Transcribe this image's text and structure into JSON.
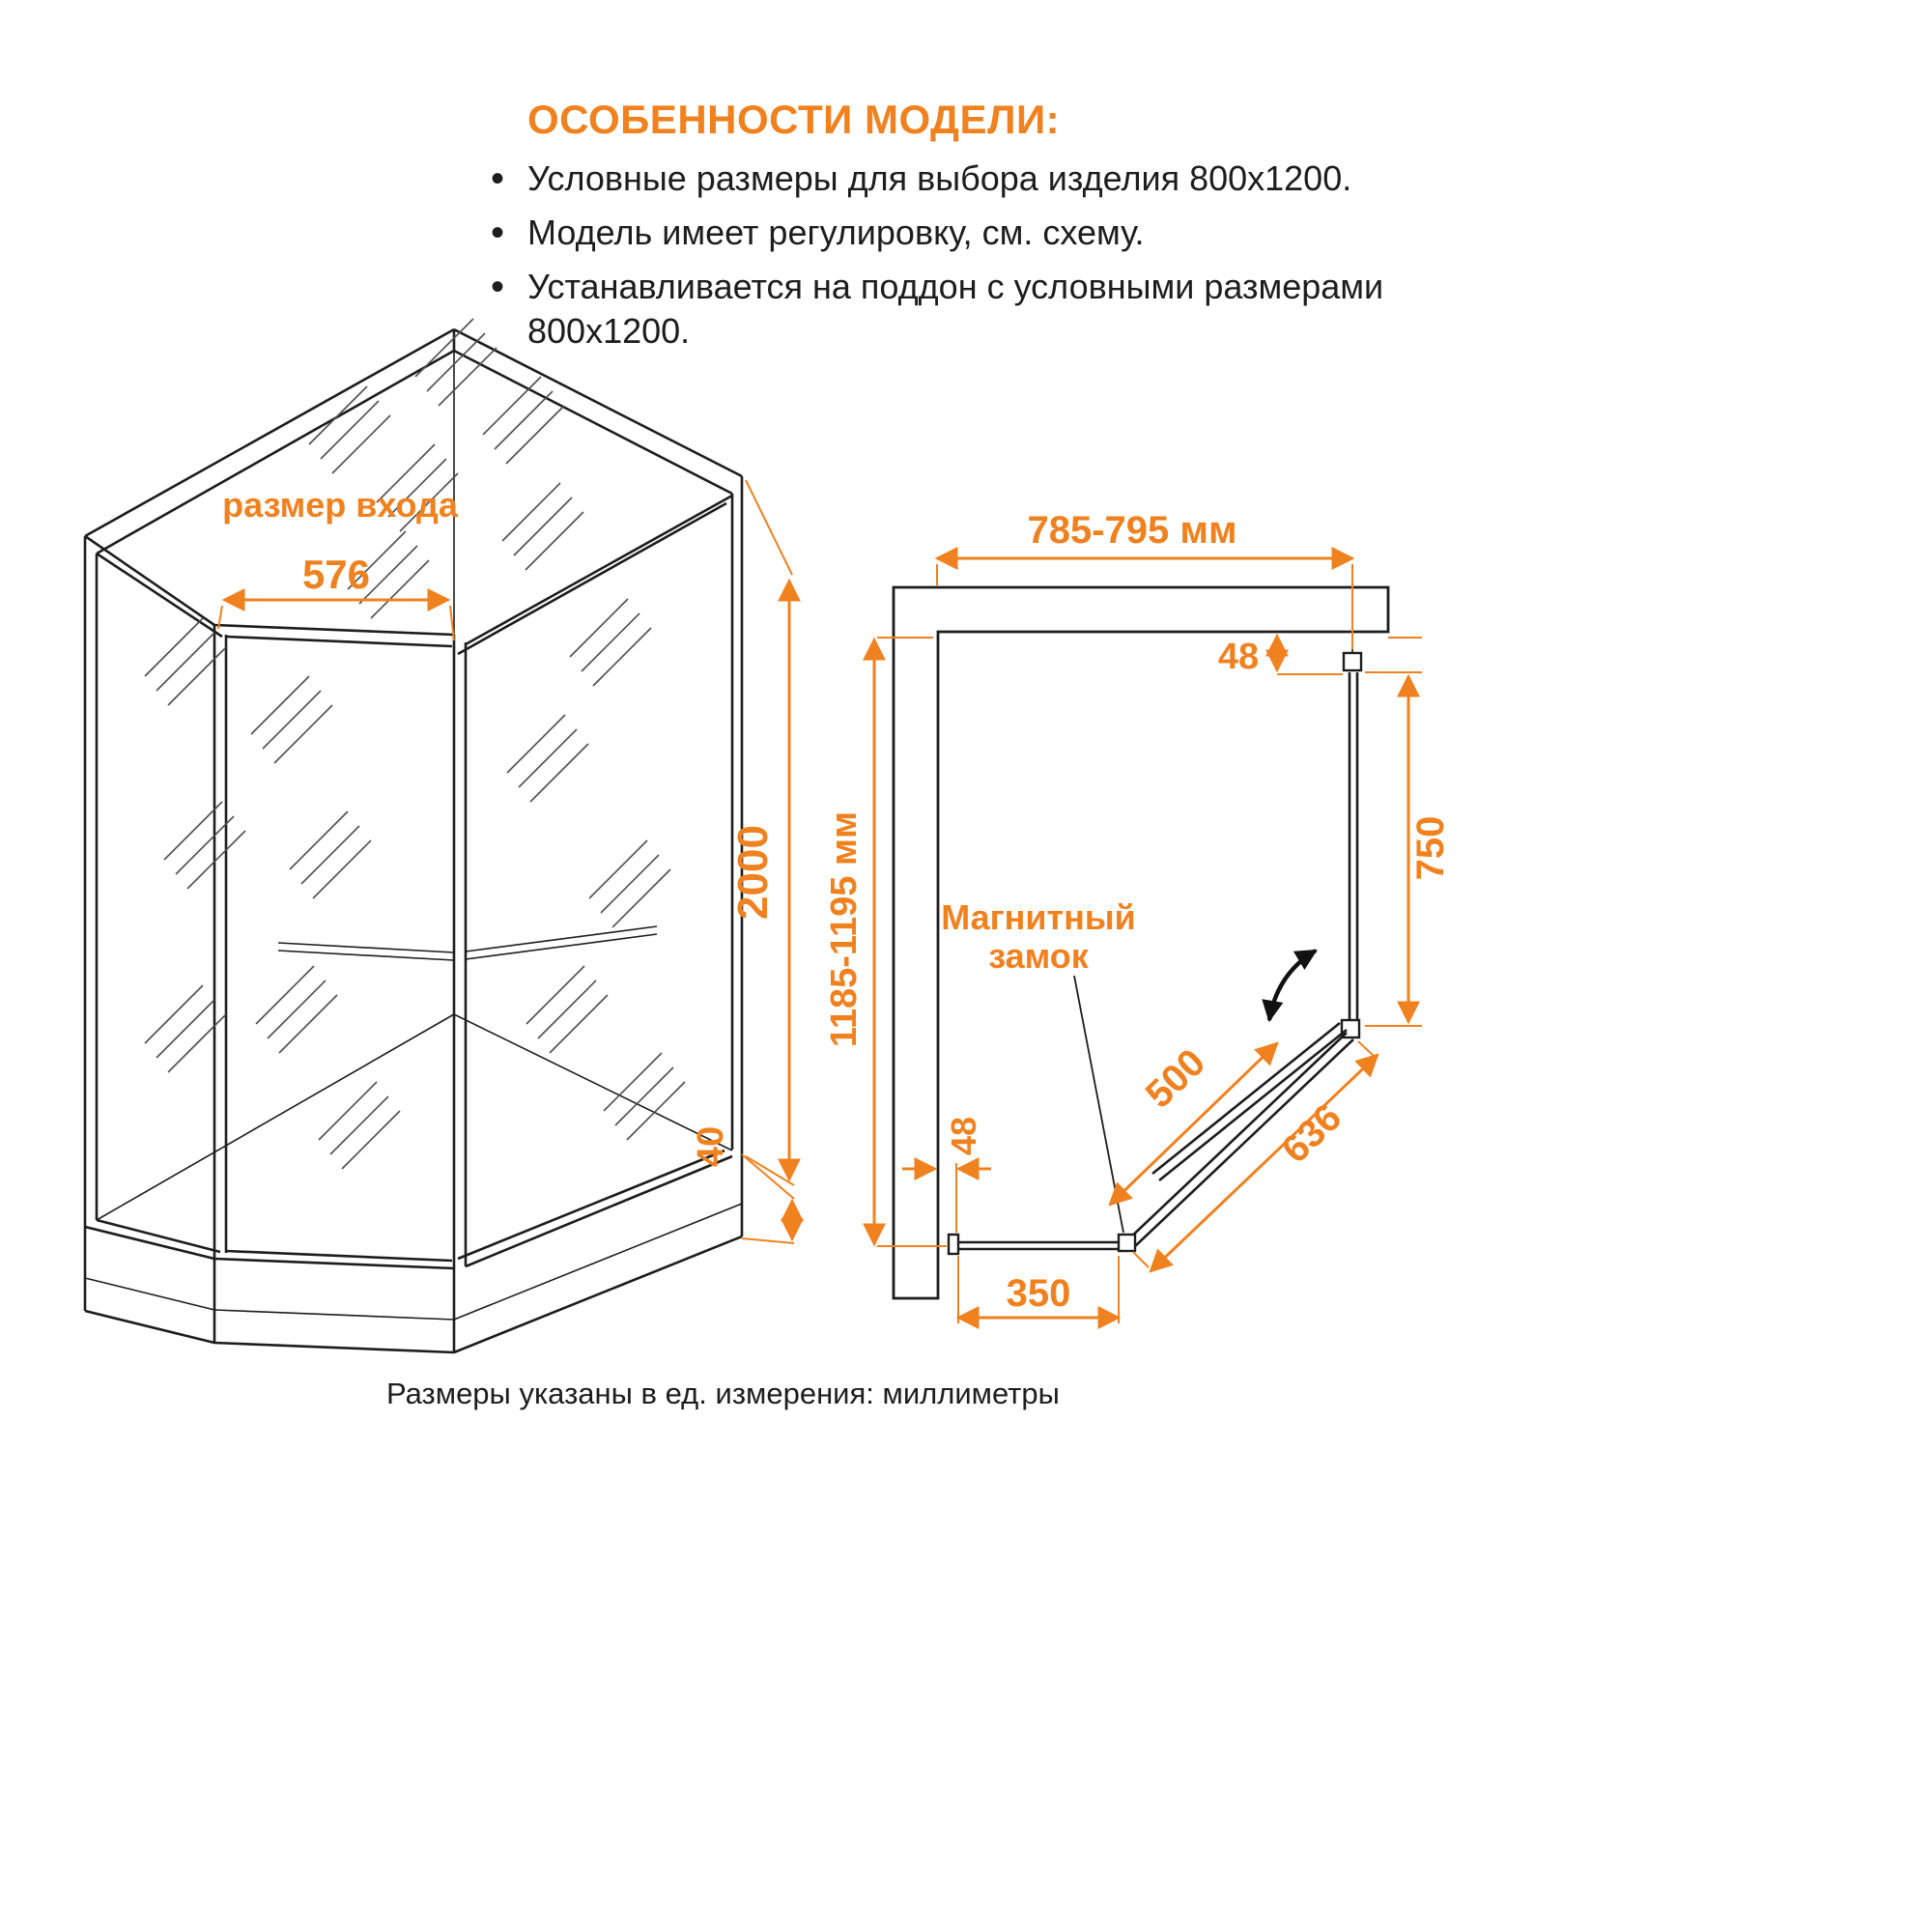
{
  "features": {
    "title": "ОСОБЕННОСТИ МОДЕЛИ:",
    "items": [
      "Условные размеры для выбора изделия 800x1200.",
      "Модель имеет регулировку, см. схему.",
      "Устанавливается на поддон с условными размерами 800x1200."
    ]
  },
  "iso": {
    "entrance_label": "размер входа",
    "entrance_width": "576",
    "height": "2000",
    "tray_height": "40"
  },
  "plan": {
    "width": "785-795 мм",
    "depth": "1185-1195 мм",
    "top_gap": "48",
    "side_panel": "750",
    "door": "500",
    "magnet_line1": "Магнитный",
    "magnet_line2": "замок",
    "bottom_gap": "48",
    "diagonal": "636",
    "bottom_width": "350"
  },
  "footer": "Размеры указаны в ед. измерения: миллиметры",
  "colors": {
    "accent": "#F0811F",
    "line": "#1d1d1d"
  }
}
